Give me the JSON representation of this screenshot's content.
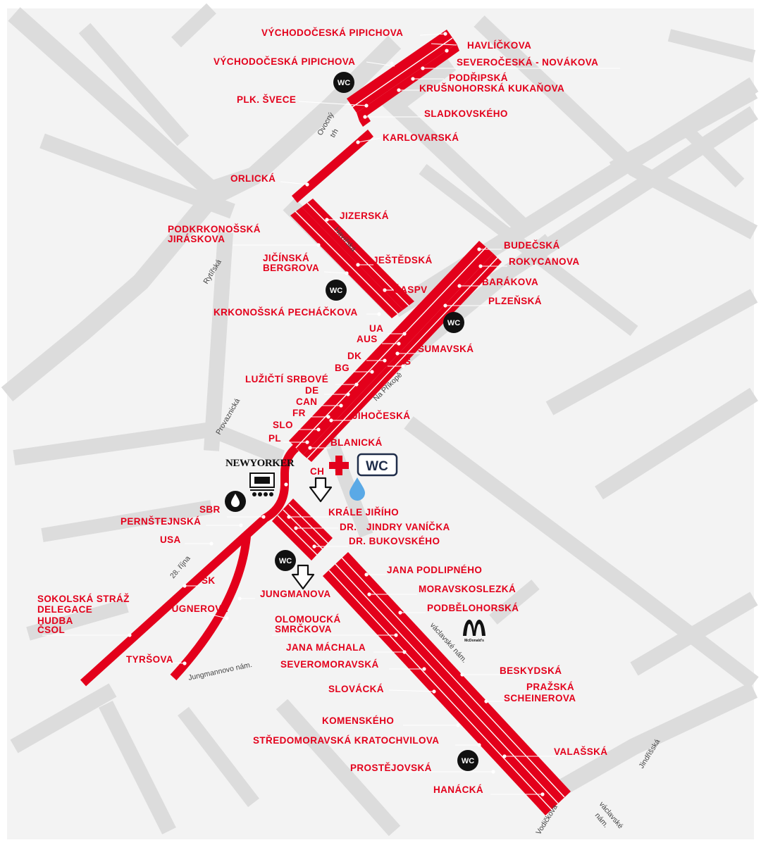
{
  "map": {
    "colors": {
      "route": "#e3001b",
      "road": "#dcdcdc",
      "background": "#f3f3f3",
      "water": "#5aa9e6",
      "icon_dark": "#111111",
      "wc_box": "#1f2d4a"
    },
    "streets": [
      {
        "key": "ovocny",
        "text": "Ovocný"
      },
      {
        "key": "trh",
        "text": "trh"
      },
      {
        "key": "havirska",
        "text": "Havířská"
      },
      {
        "key": "rytirska",
        "text": "Rytířská"
      },
      {
        "key": "na_prikope",
        "text": "Na Příkopě"
      },
      {
        "key": "provaznicka",
        "text": "Provaznická"
      },
      {
        "key": "rijna",
        "text": "28. října"
      },
      {
        "key": "jungmannovo",
        "text": "Jungmannovo nám."
      },
      {
        "key": "vaclavske",
        "text": "václavské nám."
      },
      {
        "key": "jindrisska",
        "text": "Jindřišská"
      },
      {
        "key": "vodickova",
        "text": "Vodičkova"
      },
      {
        "key": "vaclavske2a",
        "text": "václavské"
      },
      {
        "key": "vaclavske2b",
        "text": "nám."
      }
    ],
    "groups": [
      {
        "key": "vychodoceska_pipichova_1",
        "text": "VÝCHODOČESKÁ PIPICHOVA"
      },
      {
        "key": "havlickova",
        "text": "HAVLÍČKOVA"
      },
      {
        "key": "vychodoceska_pipichova_2",
        "text": "VÝCHODOČESKÁ PIPICHOVA"
      },
      {
        "key": "severoceska_novakova",
        "text": "SEVEROČESKÁ - NOVÁKOVA"
      },
      {
        "key": "podripska",
        "text": "PODŘIPSKÁ"
      },
      {
        "key": "krusnohorska_kukanova",
        "text": "KRUŠNOHORSKÁ KUKAŇOVA"
      },
      {
        "key": "plk_svece",
        "text": "PLK. ŠVECE"
      },
      {
        "key": "sladkovskeho",
        "text": "SLADKOVSKÉHO"
      },
      {
        "key": "karlovarska",
        "text": "KARLOVARSKÁ"
      },
      {
        "key": "orlicka",
        "text": "ORLICKÁ"
      },
      {
        "key": "jizerska",
        "text": "JIZERSKÁ"
      },
      {
        "key": "podkrkonosska",
        "text": "PODKRKONOŠSKÁ"
      },
      {
        "key": "jiraskova",
        "text": "JIRÁSKOVA"
      },
      {
        "key": "budecska",
        "text": "BUDEČSKÁ"
      },
      {
        "key": "jicinska",
        "text": "JIČÍNSKÁ"
      },
      {
        "key": "bergrova",
        "text": "BERGROVA"
      },
      {
        "key": "jestedska",
        "text": "JEŠTĚDSKÁ"
      },
      {
        "key": "rokycanova",
        "text": "ROKYCANOVA"
      },
      {
        "key": "barakova",
        "text": "BARÁKOVA"
      },
      {
        "key": "caspv",
        "text": "ČASPV"
      },
      {
        "key": "plzenska",
        "text": "PLZEŇSKÁ"
      },
      {
        "key": "krkonosska_pechackova",
        "text": "KRKONOŠSKÁ PECHÁČKOVA"
      },
      {
        "key": "ua",
        "text": "UA"
      },
      {
        "key": "aus",
        "text": "AUS"
      },
      {
        "key": "sumavska",
        "text": "ŠUMAVSKÁ"
      },
      {
        "key": "dk",
        "text": "DK"
      },
      {
        "key": "s",
        "text": "S"
      },
      {
        "key": "bg",
        "text": "BG"
      },
      {
        "key": "luzicti_srbove",
        "text": "LUŽIČTÍ SRBOVÉ"
      },
      {
        "key": "de",
        "text": "DE"
      },
      {
        "key": "can",
        "text": "CAN"
      },
      {
        "key": "fr",
        "text": "FR"
      },
      {
        "key": "jihoceska",
        "text": "JIHOČESKÁ"
      },
      {
        "key": "slo",
        "text": "SLO"
      },
      {
        "key": "pl",
        "text": "PL"
      },
      {
        "key": "blanicka",
        "text": "BLANICKÁ"
      },
      {
        "key": "ch",
        "text": "CH"
      },
      {
        "key": "sbr",
        "text": "SBR"
      },
      {
        "key": "kra_jiriho",
        "text": "KRÁLE JIŘÍHO"
      },
      {
        "key": "pernstejnska",
        "text": "PERNŠTEJNSKÁ"
      },
      {
        "key": "dr",
        "text": "DR."
      },
      {
        "key": "jindry_vanicka",
        "text": "JINDRY VANÍČKA"
      },
      {
        "key": "usa",
        "text": "USA"
      },
      {
        "key": "dr_bukovskeho",
        "text": "DR. BUKOVSKÉHO"
      },
      {
        "key": "jana_podlipneho",
        "text": "JANA PODLIPNÉHO"
      },
      {
        "key": "sk",
        "text": "SK"
      },
      {
        "key": "moravskoslezka",
        "text": "MORAVSKOSLEZKÁ"
      },
      {
        "key": "jungmanova",
        "text": "JUNGMANOVA"
      },
      {
        "key": "sokolska_straz",
        "text": "SOKOLSKÁ STRÁŽ"
      },
      {
        "key": "delegace",
        "text": "DELEGACE"
      },
      {
        "key": "hudba",
        "text": "HUDBA"
      },
      {
        "key": "csol",
        "text": "ČSOL"
      },
      {
        "key": "fugnerova",
        "text": "FÜGNEROVA"
      },
      {
        "key": "podbelohorska",
        "text": "PODBĚLOHORSKÁ"
      },
      {
        "key": "olomoucka",
        "text": "OLOMOUCKÁ"
      },
      {
        "key": "smrckova",
        "text": "SMRČKOVA"
      },
      {
        "key": "jana_machala",
        "text": "JANA MÁCHALA"
      },
      {
        "key": "tyrsova",
        "text": "TYRŠOVA"
      },
      {
        "key": "severomoravska",
        "text": "SEVEROMORAVSKÁ"
      },
      {
        "key": "beskydska",
        "text": "BESKYDSKÁ"
      },
      {
        "key": "slovacka",
        "text": "SLOVÁCKÁ"
      },
      {
        "key": "prazska",
        "text": "PRAŽSKÁ"
      },
      {
        "key": "scheinerova",
        "text": "SCHEINEROVA"
      },
      {
        "key": "komenskeho",
        "text": "KOMENSKÉHO"
      },
      {
        "key": "stredomoravska",
        "text": "STŘEDOMORAVSKÁ KRATOCHVILOVA"
      },
      {
        "key": "valasska",
        "text": "VALAŠSKÁ"
      },
      {
        "key": "prostejovska",
        "text": "PROSTĚJOVSKÁ"
      },
      {
        "key": "hanacka",
        "text": "HANÁCKÁ"
      }
    ],
    "icons": [
      {
        "key": "wc1",
        "name": "wc-icon",
        "text": "WC"
      },
      {
        "key": "wc2",
        "name": "wc-icon",
        "text": "WC"
      },
      {
        "key": "wc3",
        "name": "wc-icon",
        "text": "WC"
      },
      {
        "key": "wc4",
        "name": "wc-icon",
        "text": "WC"
      },
      {
        "key": "wc5",
        "name": "wc-icon",
        "text": "WC"
      },
      {
        "key": "wc_box",
        "name": "wc-icon",
        "text": "WC"
      },
      {
        "key": "first_aid",
        "name": "first-aid-icon"
      },
      {
        "key": "water",
        "name": "drinking-water-icon"
      },
      {
        "key": "drop_dark",
        "name": "drop-icon"
      },
      {
        "key": "metro1",
        "name": "metro-arrow-icon"
      },
      {
        "key": "metro2",
        "name": "metro-arrow-icon"
      },
      {
        "key": "newyorker",
        "name": "newyorker-logo-icon",
        "text": "NEWYORKER"
      },
      {
        "key": "mcdonalds",
        "name": "mcdonalds-logo-icon",
        "text": "McDonald's"
      },
      {
        "key": "tribune",
        "name": "tribune-icon"
      }
    ]
  }
}
